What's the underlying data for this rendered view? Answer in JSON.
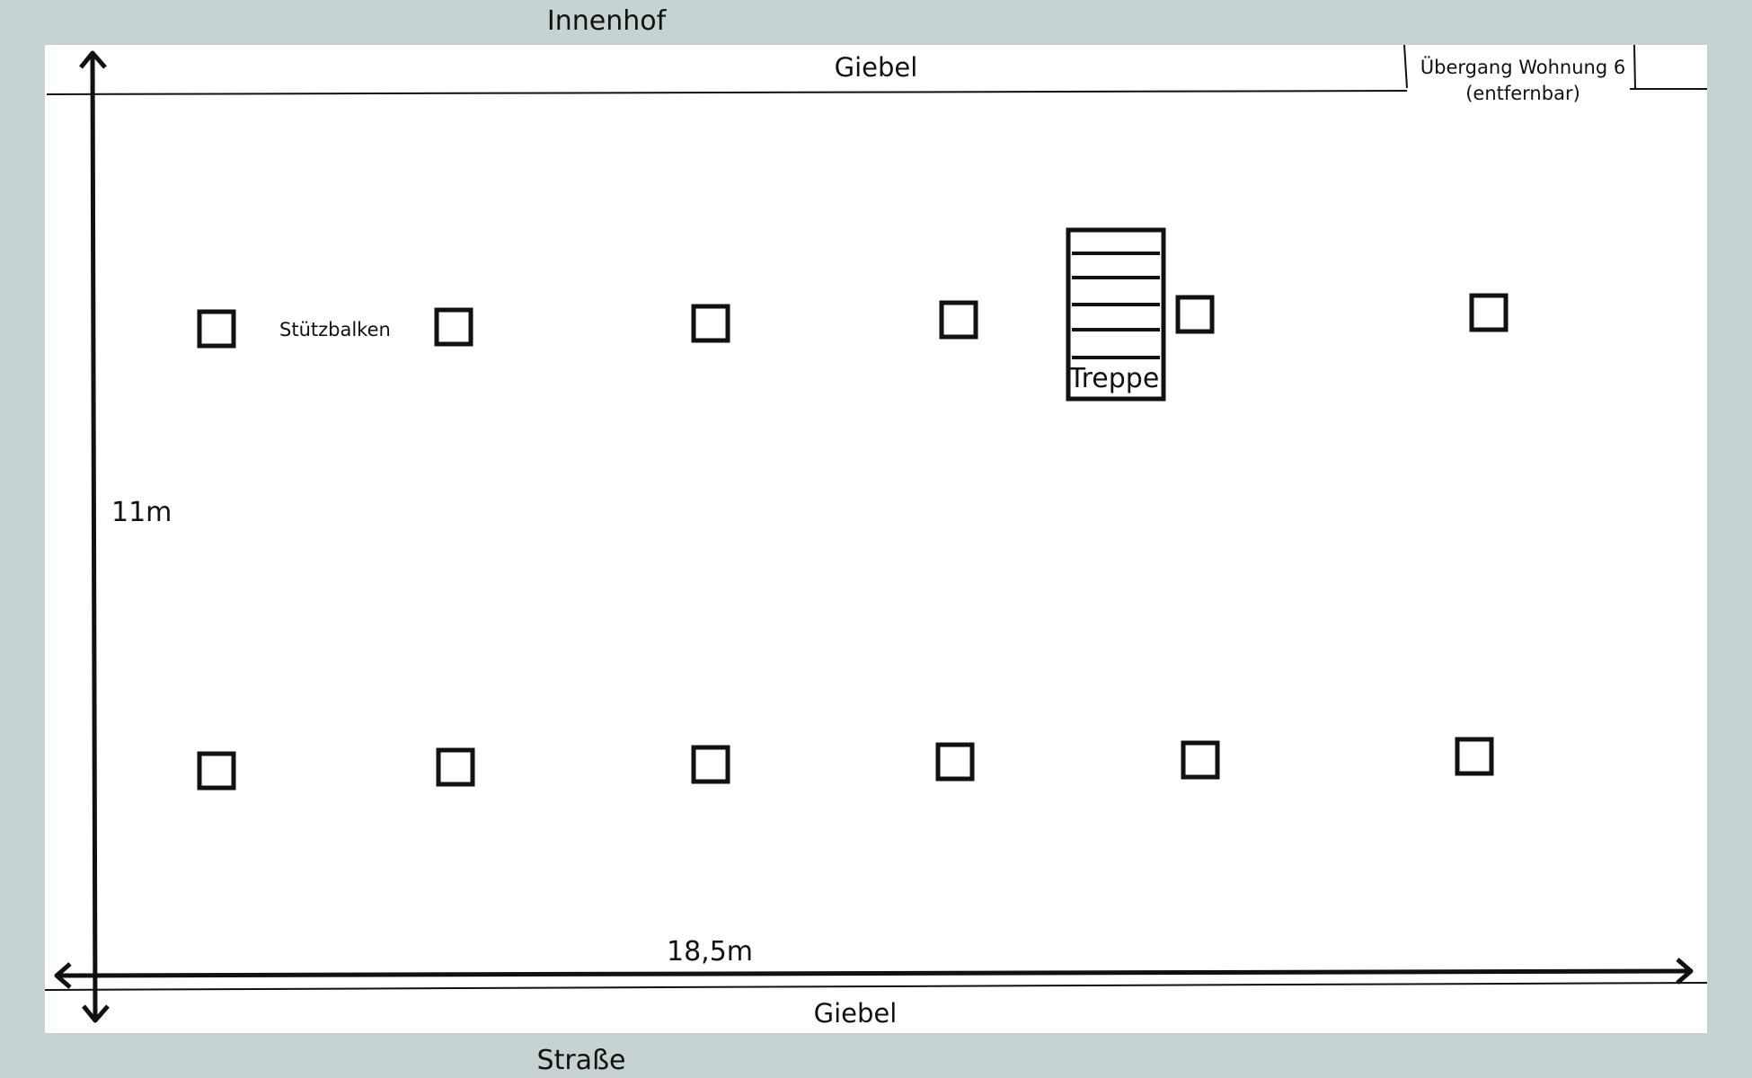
{
  "labels": {
    "top_outside": "Innenhof",
    "bottom_outside": "Straße",
    "top_wall": "Giebel",
    "bottom_wall": "Giebel",
    "passage_line1": "Übergang Wohnung 6",
    "passage_line2": "(entfernbar)",
    "beam": "Stützbalken",
    "stairs": "Treppe",
    "height": "11m",
    "width": "18,5m"
  },
  "colors": {
    "background": "#c7d3d3",
    "plan": "#ffffff",
    "line": "#111111"
  }
}
